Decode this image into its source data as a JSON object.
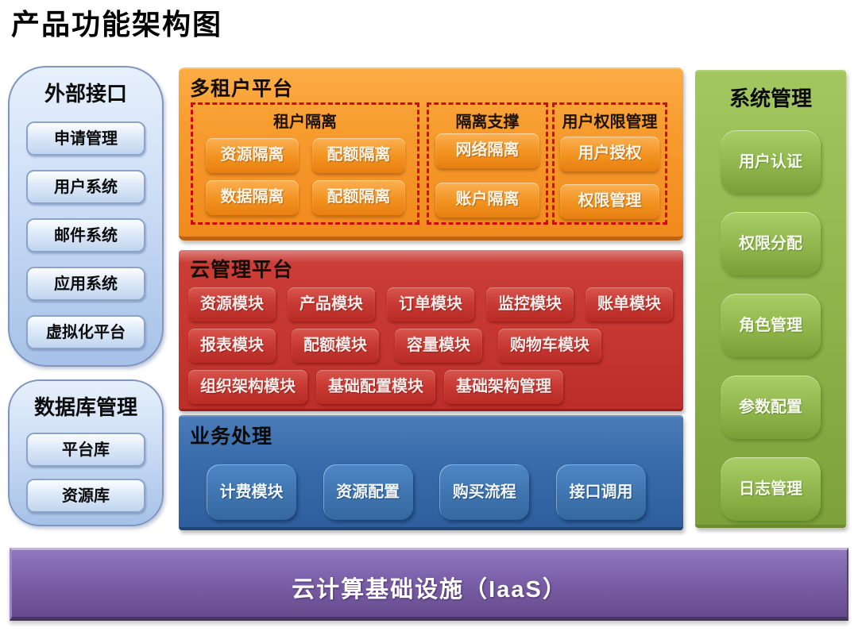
{
  "page_title": "产品功能架构图",
  "colors": {
    "panel_light_blue": "#C9DCF5",
    "panel_orange": "#F79B2E",
    "panel_red": "#C4352F",
    "panel_blue": "#3A6DAC",
    "panel_green": "#8FB44A",
    "bar_purple": "#7D62AC",
    "dashed_border_red": "#CE0B0B"
  },
  "external_interface": {
    "title": "外部接口",
    "items": [
      "申请管理",
      "用户系统",
      "邮件系统",
      "应用系统",
      "虚拟化平台"
    ]
  },
  "database_mgmt": {
    "title": "数据库管理",
    "items": [
      "平台库",
      "资源库"
    ]
  },
  "multi_tenant": {
    "title": "多租户平台",
    "groups": [
      {
        "title": "租户隔离",
        "items": [
          "资源隔离",
          "配额隔离",
          "数据隔离",
          "配额隔离"
        ]
      },
      {
        "title": "隔离支撑",
        "items": [
          "网络隔离",
          "账户隔离"
        ]
      },
      {
        "title": "用户权限管理",
        "items": [
          "用户授权",
          "权限管理"
        ]
      }
    ]
  },
  "cloud_mgmt": {
    "title": "云管理平台",
    "rows": [
      [
        "资源模块",
        "产品模块",
        "订单模块",
        "监控模块",
        "账单模块"
      ],
      [
        "报表模块",
        "配额模块",
        "容量模块",
        "购物车模块"
      ],
      [
        "组织架构模块",
        "基础配置模块",
        "基础架构管理"
      ]
    ]
  },
  "business": {
    "title": "业务处理",
    "items": [
      "计费模块",
      "资源配置",
      "购买流程",
      "接口调用"
    ]
  },
  "system_mgmt": {
    "title": "系统管理",
    "items": [
      "用户认证",
      "权限分配",
      "角色管理",
      "参数配置",
      "日志管理"
    ]
  },
  "infrastructure": {
    "label": "云计算基础设施（IaaS）"
  }
}
